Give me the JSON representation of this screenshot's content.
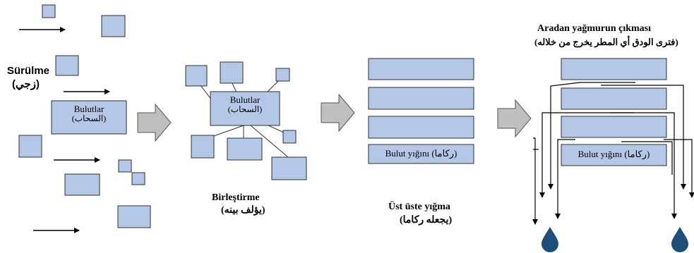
{
  "colors": {
    "box_fill": "#b4c7e7",
    "box_stroke": "#2f2f2f",
    "arrow_fill": "#bfbfbf",
    "drop_fill": "#1f4e79",
    "line": "#000000"
  },
  "stage1": {
    "label_tr": "Sürülme",
    "label_ar": "(زجي)",
    "box_label_tr": "Bulutlar",
    "box_label_ar": "(السحاب)"
  },
  "stage2": {
    "label_tr": "Birleştirme",
    "label_ar": "(يؤلف بينه)",
    "box_label_tr": "Bulutlar",
    "box_label_ar": "(السحاب)"
  },
  "stage3": {
    "label_tr": "Üst üste yığma",
    "label_ar": "(يجعله ركاما)",
    "stack_label": "Bulut yığını (ركاما)"
  },
  "stage4": {
    "label_tr": "Aradan yağmurun çıkması",
    "label_ar": "(فترى الودق أي المطر يخرج من خلاله)",
    "stack_label": "Bulut yığını (ركاما)"
  },
  "icons": {
    "flow_arrow": "right-block-arrow-icon",
    "wind_arrow": "right-line-arrow-icon",
    "rain": "raindrop-icon"
  }
}
